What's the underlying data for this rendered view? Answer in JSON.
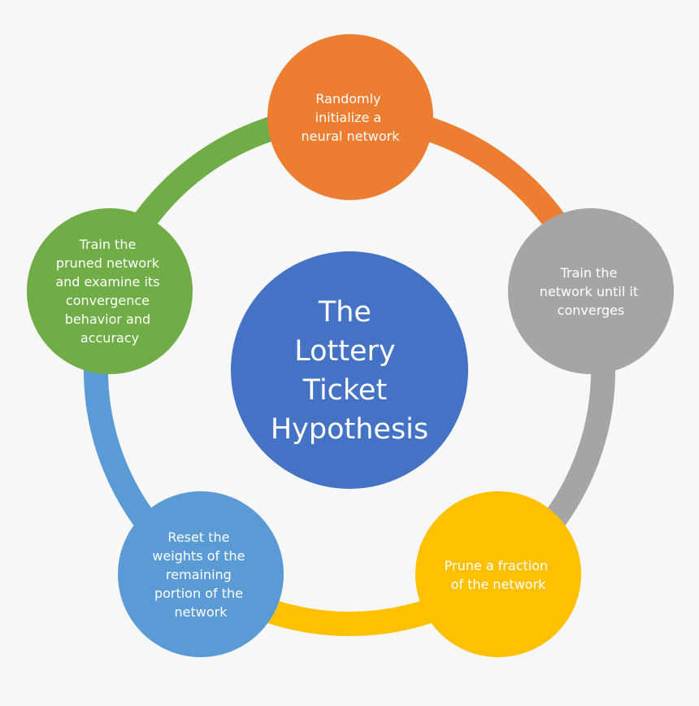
{
  "title_lines": [
    "The",
    "Lottery",
    "Ticket",
    "Hypothesis"
  ],
  "steps": [
    {
      "lines": [
        "Randomly",
        "initialize a",
        "neural network"
      ],
      "color": "#ed7d31"
    },
    {
      "lines": [
        "Train the",
        "network until it",
        "converges"
      ],
      "color": "#a5a5a5"
    },
    {
      "lines": [
        "Prune a fraction",
        "of the network"
      ],
      "color": "#ffc000"
    },
    {
      "lines": [
        "Reset the",
        "weights of the",
        "remaining",
        "portion of the",
        "network"
      ],
      "color": "#5b9bd5"
    },
    {
      "lines": [
        "Train the",
        "pruned network",
        "and examine its",
        "convergence",
        "behavior and",
        "accuracy"
      ],
      "color": "#70ad47"
    }
  ],
  "center_color": "#4472c4",
  "background": "#f7f7f7"
}
